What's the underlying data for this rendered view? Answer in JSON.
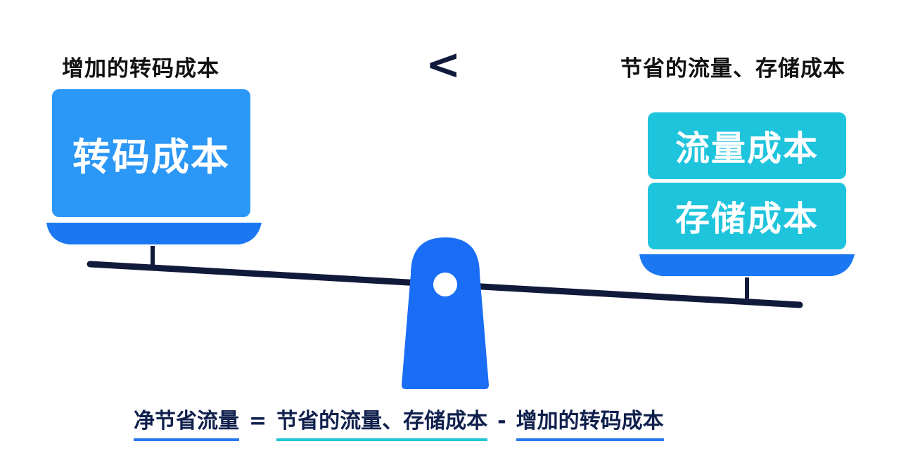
{
  "labels": {
    "left_title": "增加的转码成本",
    "right_title": "节省的流量、存储成本",
    "comparison": "<"
  },
  "boxes": {
    "left": "转码成本",
    "right_top": "流量成本",
    "right_bottom": "存储成本"
  },
  "formula": {
    "result": "净节省流量",
    "equals": "=",
    "savings": "节省的流量、存储成本",
    "minus": "-",
    "cost": "增加的转码成本"
  },
  "colors": {
    "blue": "#2b97f6",
    "cyan": "#1ec4dc",
    "pan_blue": "#1b78f2",
    "fulcrum_blue": "#1a6ef5",
    "beam_navy": "#111a3b"
  }
}
